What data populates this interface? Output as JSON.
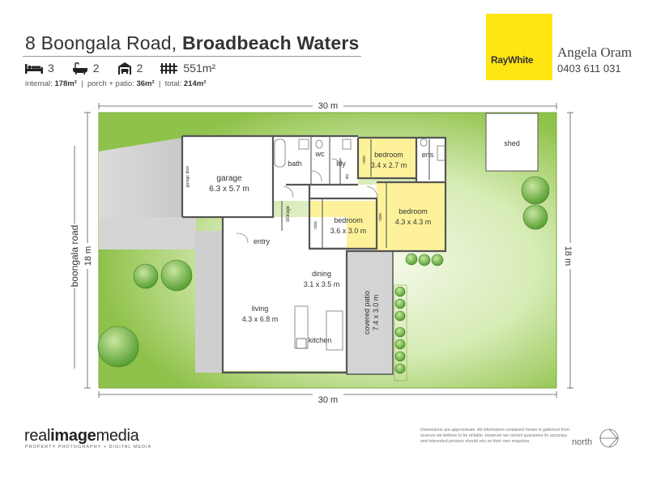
{
  "header": {
    "address_street": "8 Boongala Road,",
    "address_suburb": "Broadbeach Waters"
  },
  "stats": {
    "beds": "3",
    "baths": "2",
    "cars": "2",
    "land": "551m²"
  },
  "areas": {
    "internal_label": "internal:",
    "internal_value": "178m²",
    "porch_label": "porch + patio:",
    "porch_value": "36m²",
    "total_label": "total:",
    "total_value": "214m²"
  },
  "agent": {
    "brand": "RayWhite",
    "name": "Angela Oram",
    "phone": "0403 611 031"
  },
  "plan": {
    "dim_top": "30 m",
    "dim_bottom": "30 m",
    "dim_left": "18 m",
    "dim_right": "18 m",
    "street": "boongala road",
    "shed": "shed",
    "rooms": {
      "garage_name": "garage",
      "garage_dim": "6.3 x 5.7 m",
      "garage_door": "garage door",
      "storage": "storage",
      "bath": "bath",
      "wc": "wc",
      "ldy": "ldy",
      "sto": "sto",
      "robe": "robe",
      "bed1_name": "bedroom",
      "bed1_dim": "3.4 x 2.7 m",
      "ens": "ens",
      "bed2_name": "bedroom",
      "bed2_dim": "3.6 x 3.0 m",
      "bed3_name": "bedroom",
      "bed3_dim": "4.3 x 4.3 m",
      "entry": "entry",
      "dining_name": "dining",
      "dining_dim": "3.1 x 3.5 m",
      "living_name": "living",
      "living_dim": "4.3 x 6.8 m",
      "kitchen": "kitchen",
      "patio_name": "covered patio",
      "patio_dim": "7.4 x 3.0 m"
    }
  },
  "footer": {
    "logo_a": "real",
    "logo_b": "image",
    "logo_c": "media",
    "logo_sub": "PROPERTY PHOTOGRAPHY + DIGITAL MEDIA",
    "disclaimer": "Dimensions are approximate. All information contained herein is gathered from sources we believe to be reliable. However we cannot guarantee its accuracy and interested persons should rely on their own enquiries.",
    "north": "north"
  },
  "colors": {
    "lawn": "#8fc24a",
    "lawn_light": "#f2f8e6",
    "bedroom": "#fdf29a",
    "wall": "#555555",
    "paving": "#d9d9d9",
    "brand_yellow": "#ffe512"
  }
}
